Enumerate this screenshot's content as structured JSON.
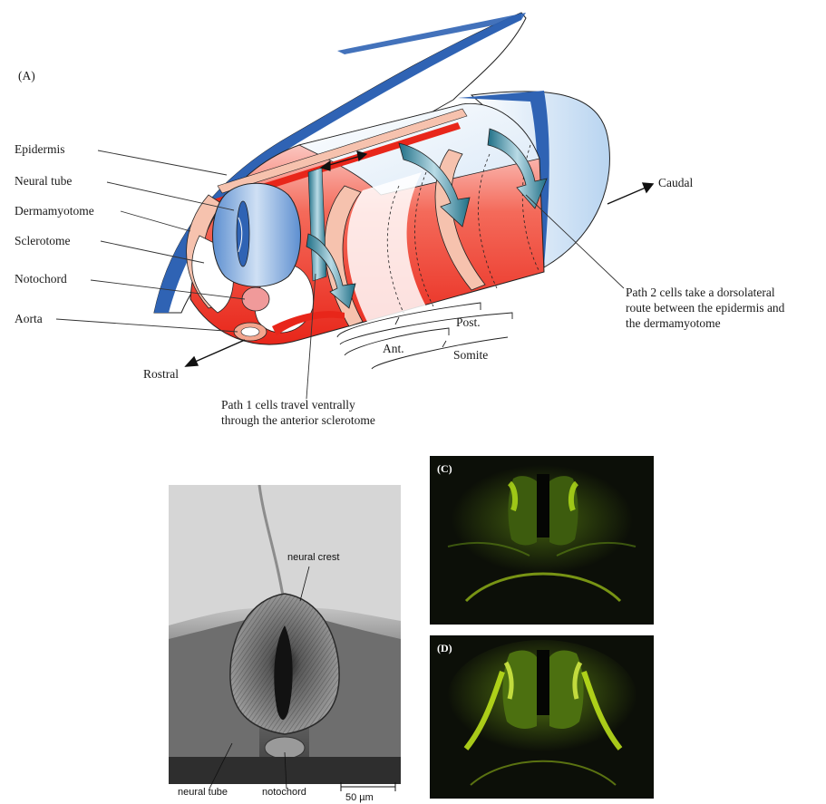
{
  "panel_a": {
    "tag": "(A)",
    "labels": {
      "epidermis": "Epidermis",
      "neural_tube": "Neural tube",
      "dermamyotome": "Dermamyotome",
      "sclerotome": "Sclerotome",
      "notochord": "Notochord",
      "aorta": "Aorta",
      "rostral": "Rostral",
      "caudal": "Caudal",
      "post": "Post.",
      "ant": "Ant.",
      "somite": "Somite"
    },
    "path1_line1": "Path 1 cells travel ventrally",
    "path1_line2": "through the anterior sclerotome",
    "path2_line1": "Path 2 cells take a dorsolateral",
    "path2_line2": "route between the epidermis and",
    "path2_line3": "the dermamyotome"
  },
  "panel_b": {
    "neural_crest": "neural crest",
    "neural_tube": "neural tube",
    "notochord": "notochord",
    "scale": "50 µm"
  },
  "panel_c": {
    "tag": "(C)"
  },
  "panel_d": {
    "tag": "(D)"
  },
  "colors": {
    "epidermis_blue": "#2f63b4",
    "tissue_red": "#e8261a",
    "dermamyotome_pink": "#f6c2ae",
    "neural_tube_blue": "#8fb7e6",
    "arrow_teal": "#1f6f86",
    "fluorescence_green": "#b6e21a"
  }
}
